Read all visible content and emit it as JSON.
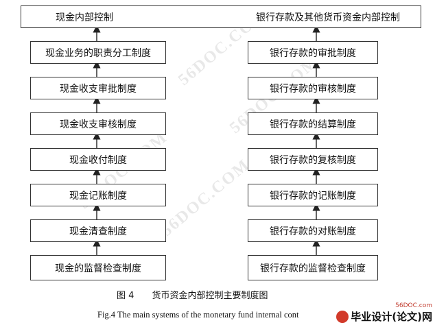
{
  "left_column": {
    "header": "现金内部控制",
    "steps": [
      "现金业务的职责分工制度",
      "现金收支审批制度",
      "现金收支审核制度",
      "现金收付制度",
      "现金记账制度",
      "现金清查制度",
      "现金的监督检查制度"
    ]
  },
  "right_column": {
    "header": "银行存款及其他货币资金内部控制",
    "steps": [
      "银行存款的审批制度",
      "银行存款的审核制度",
      "银行存款的结算制度",
      "银行存款的复核制度",
      "银行存款的记账制度",
      "银行存款的对账制度",
      "银行存款的监督检查制度"
    ]
  },
  "caption": {
    "figure_no": "图 4",
    "title_cn": "货币资金内部控制主要制度图",
    "title_en": "Fig.4 The main systems of the monetary fund internal cont"
  },
  "watermark": "56DOC.COM",
  "logo": {
    "site": "56DOC.com",
    "name": "毕业设计(论文)网"
  }
}
